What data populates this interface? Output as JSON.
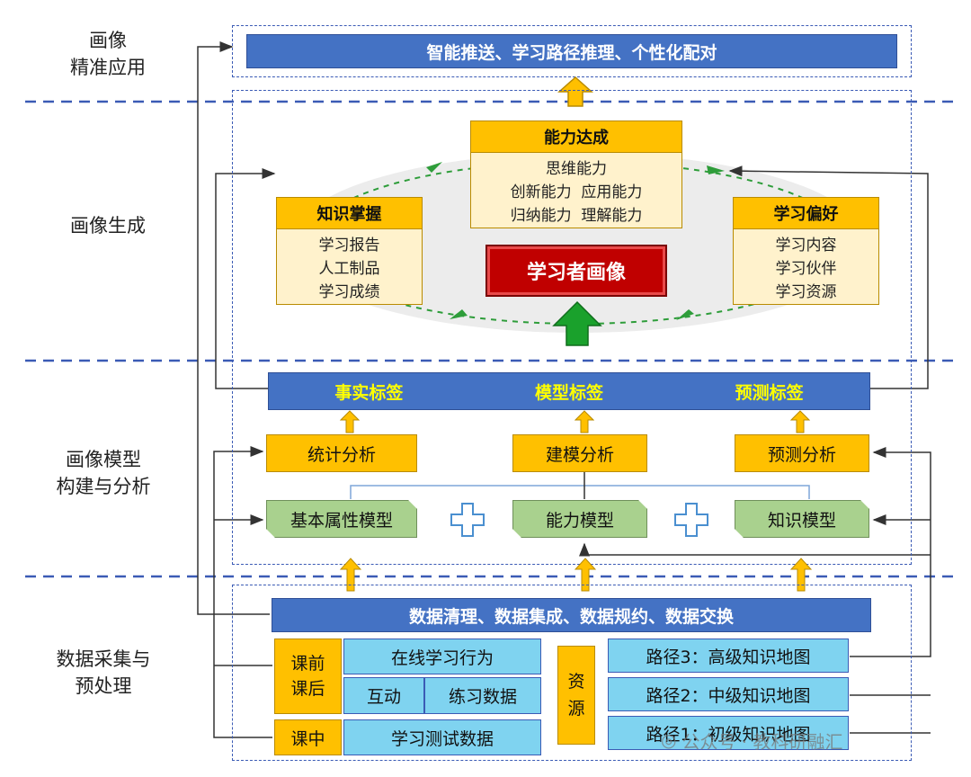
{
  "side_labels": {
    "application": [
      "画像",
      "精准应用"
    ],
    "generation": "画像生成",
    "modeling": [
      "画像模型",
      "构建与分析"
    ],
    "collection": [
      "数据采集与",
      "预处理"
    ]
  },
  "application_bar": "智能推送、学习路径推理、个性化配对",
  "generation": {
    "ability": {
      "title": "能力达成",
      "items": [
        "思维能力",
        "创新能力  应用能力",
        "归纳能力  理解能力"
      ]
    },
    "knowledge": {
      "title": "知识掌握",
      "items": [
        "学习报告",
        "人工制品",
        "学习成绩"
      ]
    },
    "preference": {
      "title": "学习偏好",
      "items": [
        "学习内容",
        "学习伙伴",
        "学习资源"
      ]
    },
    "center": "学习者画像"
  },
  "tags_bar": {
    "fact": "事实标签",
    "model": "模型标签",
    "predict": "预测标签"
  },
  "analysis": {
    "stat": "统计分析",
    "modeling": "建模分析",
    "predict": "预测分析"
  },
  "models": {
    "basic": "基本属性模型",
    "ability": "能力模型",
    "knowledge": "知识模型"
  },
  "process_bar": "数据清理、数据集成、数据规约、数据交换",
  "collection": {
    "before_after": "课前\n课后",
    "online": "在线学习行为",
    "interaction": "互动",
    "practice": "练习数据",
    "during": "课中",
    "test": "学习测试数据",
    "resource": "资\n源",
    "path3": "路径3：高级知识地图",
    "path2": "路径2：中级知识地图",
    "path1": "路径1：初级知识地图"
  },
  "watermark": "公众号 · 教科研融汇",
  "colors": {
    "blue": "#4472c4",
    "orange": "#ffc000",
    "green": "#a9d18e",
    "cyan": "#7fd3f0",
    "red": "#c00000",
    "tag_text": "#ffff00"
  }
}
